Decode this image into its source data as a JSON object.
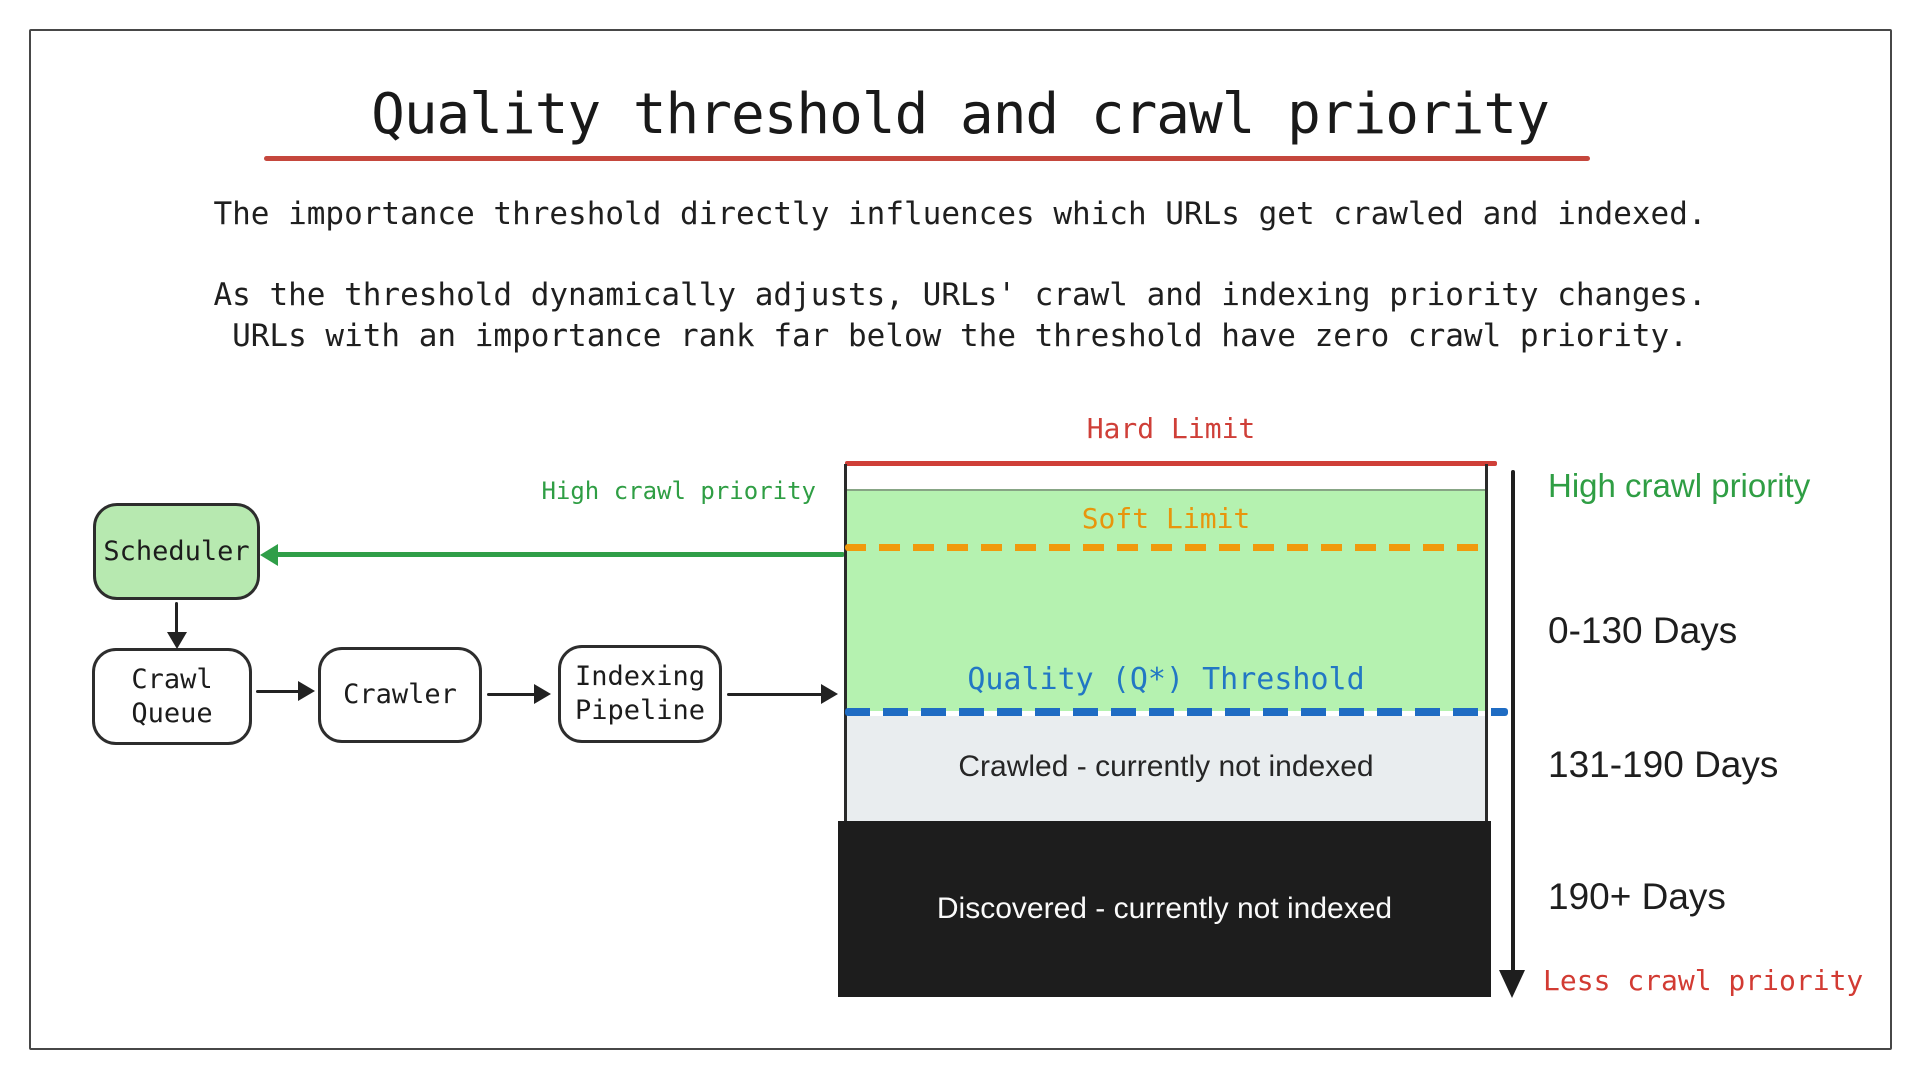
{
  "title": {
    "text": "Quality threshold and crawl priority"
  },
  "intro": {
    "line1": "The importance threshold directly influences which URLs get crawled and indexed.",
    "line2": "As the threshold dynamically adjusts, URLs' crawl and indexing priority changes.",
    "line3": "URLs with an importance rank far below the threshold have zero crawl priority."
  },
  "flowchart": {
    "scheduler": "Scheduler",
    "crawl_queue": "Crawl\nQueue",
    "crawler": "Crawler",
    "indexing_pipeline": "Indexing\nPipeline",
    "high_crawl_priority": "High crawl priority"
  },
  "chart": {
    "hard_limit": "Hard Limit",
    "soft_limit": "Soft Limit",
    "quality_threshold": "Quality (Q*) Threshold",
    "crawled_zone": "Crawled - currently not indexed",
    "discovered_zone": "Discovered - currently not indexed"
  },
  "timeline": {
    "high_crawl_priority": "High crawl priority",
    "range_1": "0-130 Days",
    "range_2": "131-190 Days",
    "range_3": "190+ Days",
    "less_crawl_priority": "Less crawl priority"
  },
  "colors": {
    "green_text": "#2f9e44",
    "green_arrow": "#2f9e48",
    "green_zone_fill": "#b5f2b0",
    "scheduler_fill": "#b7e9b0",
    "red": "#cf3f38",
    "title_underline_red": "#c5473d",
    "orange": "#f09a0d",
    "blue": "#2277c4",
    "blue_dash": "#1f6cc3",
    "gray_zone_fill": "#e9edef",
    "black_zone_fill": "#1d1d1d"
  }
}
